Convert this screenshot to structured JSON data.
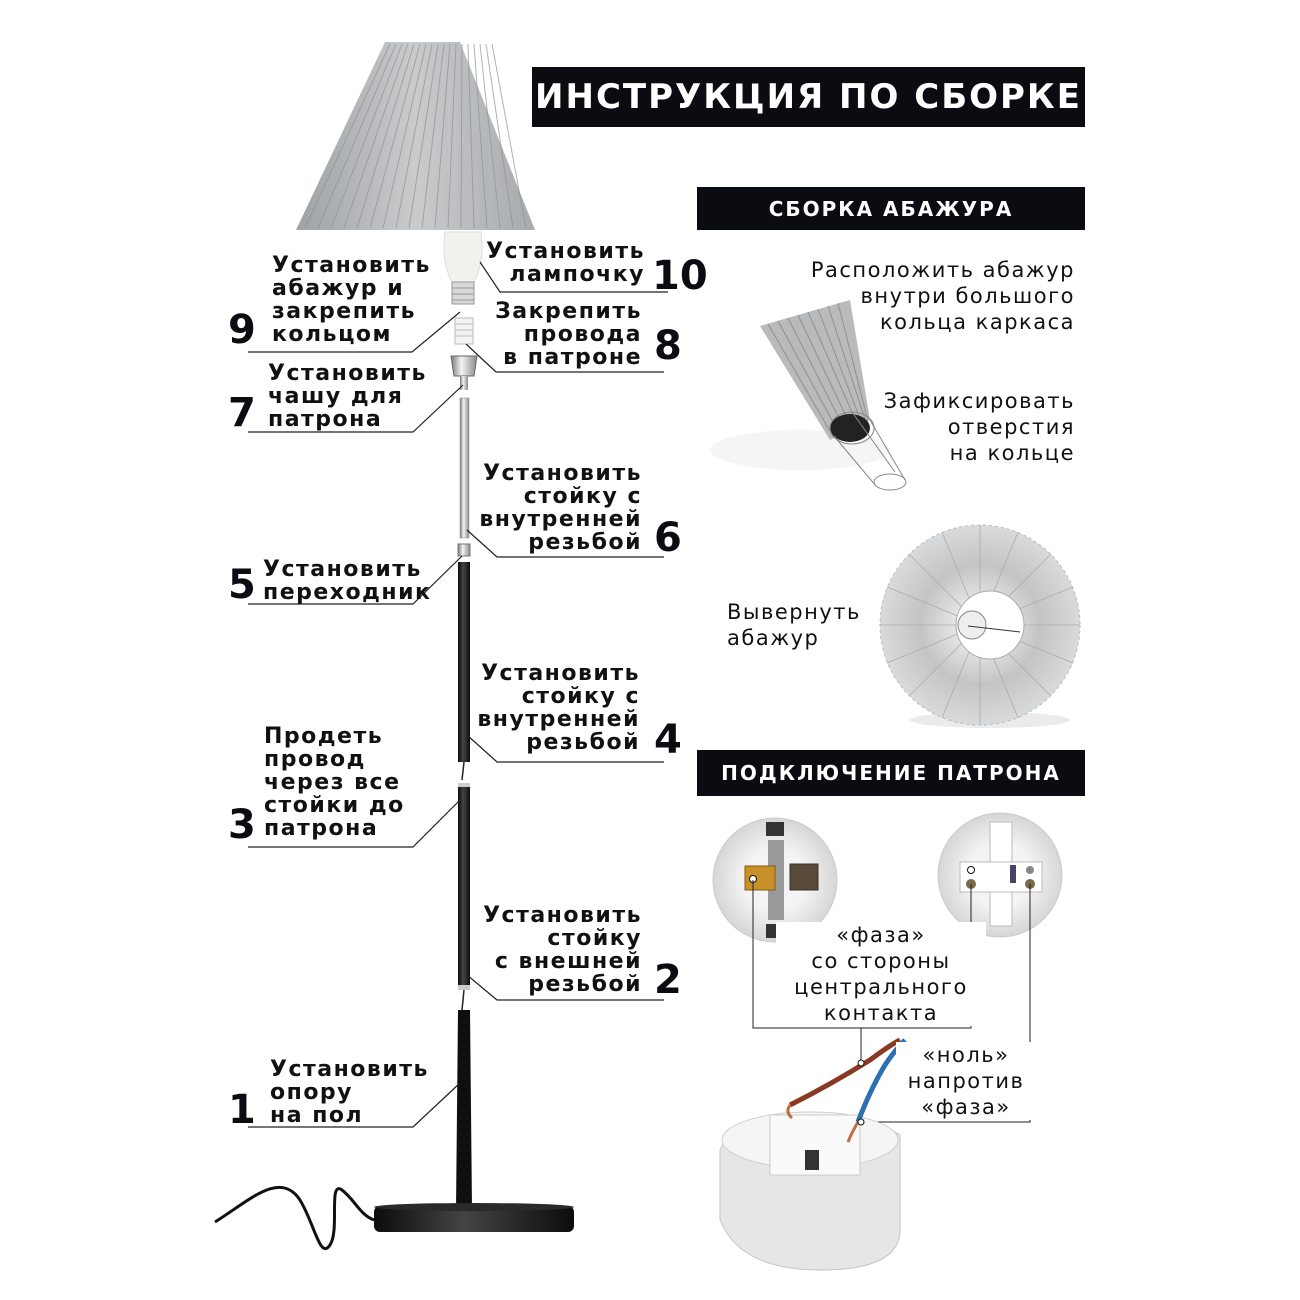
{
  "header": {
    "title": "ИНСТРУКЦИЯ ПО СБОРКЕ"
  },
  "sections": {
    "shade_assembly": {
      "title": "СБОРКА АБАЖУРА",
      "notes": [
        "Расположить абажур\nвнутри большого\nкольца каркаса",
        "Зафиксировать\nотверстия\nна кольце",
        "Вывернуть\nабажур"
      ]
    },
    "socket_connection": {
      "title": "ПОДКЛЮЧЕНИЕ ПАТРОНА",
      "notes": [
        "«фаза»\nсо стороны\nцентрального\nконтакта",
        "«ноль»\nнапротив\n«фаза»"
      ]
    }
  },
  "steps": [
    {
      "number": "1",
      "text": "Установить\nопору\nна пол"
    },
    {
      "number": "2",
      "text": "Установить\nстойку\nс внешней\nрезьбой"
    },
    {
      "number": "3",
      "text": "Продеть\nпровод\nчерез все\nстойки до\nпатрона"
    },
    {
      "number": "4",
      "text": "Установить\nстойку с\nвнутренней\nрезьбой"
    },
    {
      "number": "5",
      "text": "Установить\nпереходник"
    },
    {
      "number": "6",
      "text": "Установить\nстойку с\nвнутренней\nрезьбой"
    },
    {
      "number": "7",
      "text": "Установить\nчашу для\nпатрона"
    },
    {
      "number": "8",
      "text": "Закрепить\nпровода\nв патроне"
    },
    {
      "number": "9",
      "text": "Установить\nабажур и\nзакрепить\nкольцом"
    },
    {
      "number": "10",
      "text": "Установить\nлампочку"
    }
  ],
  "colors": {
    "banner_bg": "#0b0b12",
    "banner_text": "#ffffff",
    "shade_gray": "#b9bbbd",
    "stand_black": "#1a1a1a",
    "wire_brown": "#8a3a22",
    "wire_blue": "#2e6fb3",
    "contact_brass": "#c8902a"
  }
}
